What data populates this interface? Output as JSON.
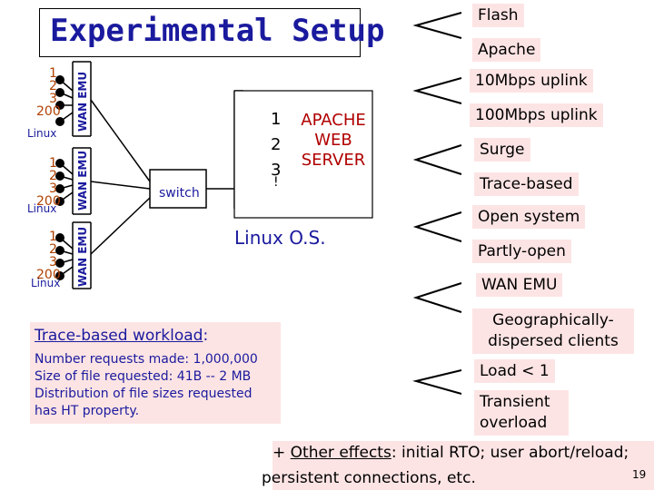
{
  "title": "Experimental Setup",
  "clusters": [
    {
      "nums": [
        "1",
        "2",
        "3"
      ],
      "last": "200",
      "os": "Linux",
      "wan": "WAN EMU"
    },
    {
      "nums": [
        "1",
        "2",
        "3"
      ],
      "last": "200",
      "os": "Linux",
      "wan": "WAN EMU"
    },
    {
      "nums": [
        "1",
        "2",
        "3"
      ],
      "last": "200",
      "os": "Linux",
      "wan": "WAN EMU"
    }
  ],
  "switch_label": "switch",
  "server": {
    "nums": [
      "1",
      "2",
      "3",
      "!"
    ],
    "label_lines": [
      "APACHE",
      "WEB",
      "SERVER"
    ],
    "os": "Linux O.S."
  },
  "trace": {
    "heading": "Trace-based workload",
    "heading_suffix": ":",
    "lines": [
      "Number requests made: 1,000,000",
      "Size of file requested: 41B -- 2 MB",
      "Distribution of file sizes requested",
      "has HT property."
    ]
  },
  "tags": [
    "Flash",
    "Apache",
    "10Mbps uplink",
    "100Mbps uplink",
    "Surge",
    "Trace-based",
    "Open system",
    "Partly-open",
    "WAN EMU",
    "Geographically-dispersed clients",
    "Load < 1",
    "Transient overload"
  ],
  "footer": {
    "prefix": "+ ",
    "link": "Other effects",
    "rest_line1": ":  initial RTO; user abort/reload;",
    "line2": "persistent connections, etc.",
    "page": "19"
  }
}
